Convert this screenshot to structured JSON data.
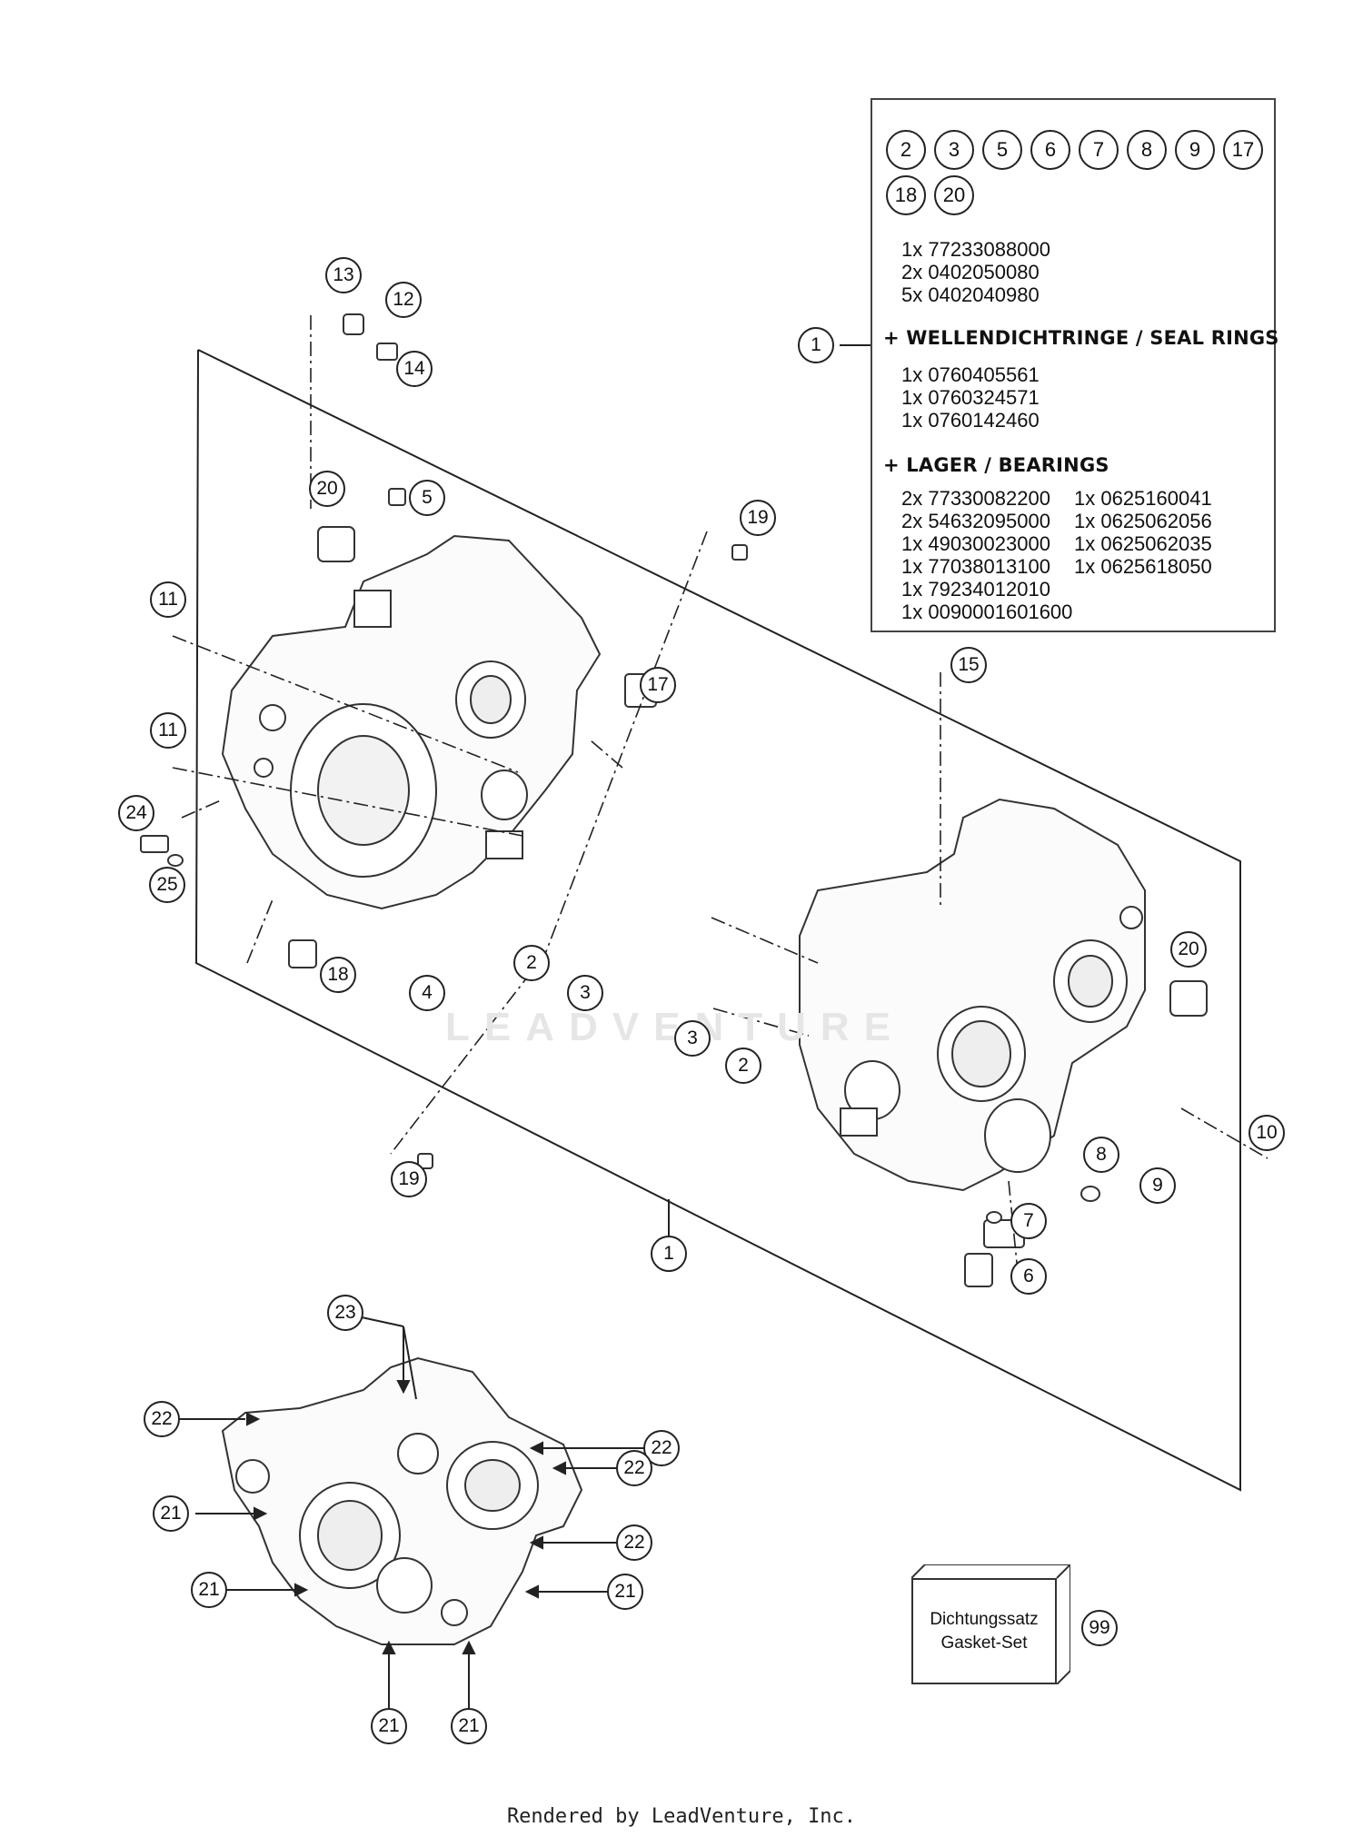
{
  "kit": {
    "chips": [
      "2",
      "3",
      "5",
      "6",
      "7",
      "8",
      "9",
      "17",
      "18",
      "20"
    ],
    "parts": [
      "1x 77233088000",
      "2x 0402050080",
      "5x 0402040980"
    ],
    "seal_heading": "+ WELLENDICHTRINGE / SEAL RINGS",
    "seals": [
      "1x 0760405561",
      "1x 0760324571",
      "1x 0760142460"
    ],
    "bearing_heading": "+ LAGER / BEARINGS",
    "bearings_left": [
      "2x 77330082200",
      "2x 54632095000",
      "1x 49030023000",
      "1x 77038013100",
      "1x 79234012010",
      "1x 0090001601600"
    ],
    "bearings_right": [
      "1x 0625160041",
      "1x 0625062056",
      "1x 0625062035",
      "1x 0625618050"
    ]
  },
  "callouts": [
    {
      "id": "kit-1",
      "text": "1"
    },
    {
      "id": "13",
      "text": "13"
    },
    {
      "id": "12",
      "text": "12"
    },
    {
      "id": "14",
      "text": "14"
    },
    {
      "id": "20a",
      "text": "20"
    },
    {
      "id": "5",
      "text": "5"
    },
    {
      "id": "19a",
      "text": "19"
    },
    {
      "id": "11a",
      "text": "11"
    },
    {
      "id": "17",
      "text": "17"
    },
    {
      "id": "11b",
      "text": "11"
    },
    {
      "id": "24",
      "text": "24"
    },
    {
      "id": "25",
      "text": "25"
    },
    {
      "id": "18",
      "text": "18"
    },
    {
      "id": "4",
      "text": "4"
    },
    {
      "id": "2a",
      "text": "2"
    },
    {
      "id": "3a",
      "text": "3"
    },
    {
      "id": "15",
      "text": "15"
    },
    {
      "id": "20b",
      "text": "20"
    },
    {
      "id": "3b",
      "text": "3"
    },
    {
      "id": "2b",
      "text": "2"
    },
    {
      "id": "10",
      "text": "10"
    },
    {
      "id": "8",
      "text": "8"
    },
    {
      "id": "9",
      "text": "9"
    },
    {
      "id": "7",
      "text": "7"
    },
    {
      "id": "6",
      "text": "6"
    },
    {
      "id": "19b",
      "text": "19"
    },
    {
      "id": "1",
      "text": "1"
    },
    {
      "id": "23",
      "text": "23"
    },
    {
      "id": "22a",
      "text": "22"
    },
    {
      "id": "22b",
      "text": "22"
    },
    {
      "id": "22c",
      "text": "22"
    },
    {
      "id": "21a",
      "text": "21"
    },
    {
      "id": "22d",
      "text": "22"
    },
    {
      "id": "21b",
      "text": "21"
    },
    {
      "id": "21c",
      "text": "21"
    },
    {
      "id": "21d",
      "text": "21"
    },
    {
      "id": "21e",
      "text": "21"
    },
    {
      "id": "99",
      "text": "99"
    }
  ],
  "gasket": {
    "line1": "Dichtungssatz",
    "line2": "Gasket-Set"
  },
  "watermark": "LEADVENTURE",
  "footer": "Rendered by LeadVenture, Inc."
}
